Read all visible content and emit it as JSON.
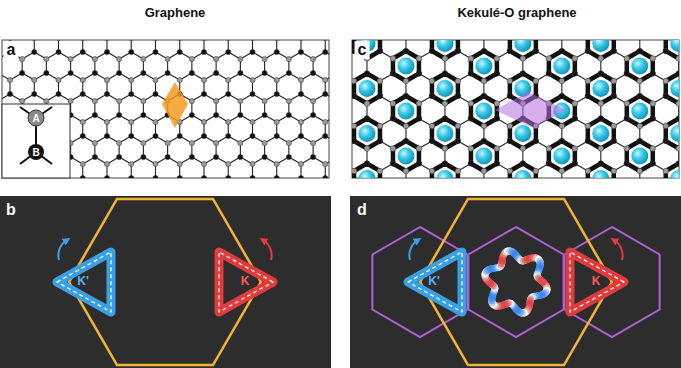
{
  "diagram": {
    "labels": [
      "Graphene",
      "Kekulé-O graphene",
      "a",
      "b",
      "c",
      "d",
      "A",
      "B",
      "K'",
      "K",
      "K'",
      "K"
    ]
  }
}
